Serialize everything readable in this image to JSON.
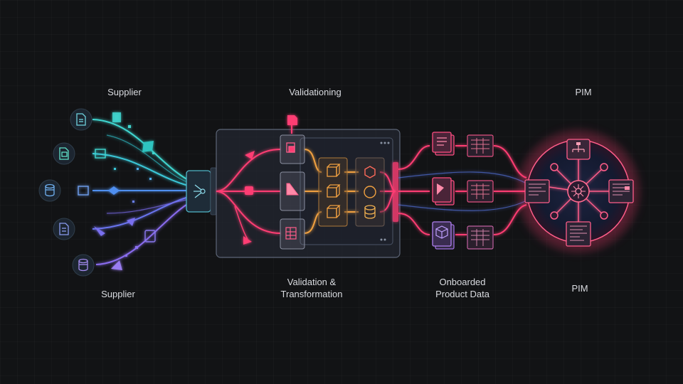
{
  "labels": {
    "supplier_top": "Supplier",
    "validation_top": "Validationing",
    "pim_top": "PIM",
    "supplier_bottom": "Supplier",
    "validation_bottom_line1": "Validation &",
    "validation_bottom_line2": "Transformation",
    "onboarded_line1": "Onboarded",
    "onboarded_line2": "Product Data",
    "pim_bottom": "PIM"
  },
  "colors": {
    "background": "#121315",
    "supplier_cyan": "#3fd6d0",
    "supplier_blue": "#5a7cf0",
    "supplier_violet": "#8a6cf0",
    "validation_pink": "#ff3d73",
    "transform_orange": "#f0a040",
    "pim_glow": "#ff3d73",
    "panel_border": "#5d6677"
  },
  "icons": {
    "sources": [
      "document-icon",
      "spreadsheet-icon",
      "database-icon",
      "document-icon",
      "database-icon"
    ],
    "validation_steps": [
      "check-document-icon",
      "flag-icon",
      "checklist-icon"
    ],
    "transform_steps": [
      "cube-icon",
      "cube-icon",
      "cube-icon"
    ],
    "outputs": [
      "hexagon-icon",
      "circle-icon",
      "database-icon"
    ],
    "products": [
      "document-stack-icon",
      "flag-document-icon",
      "cube-box-icon"
    ],
    "pim_hub": "network-hub-icon"
  }
}
